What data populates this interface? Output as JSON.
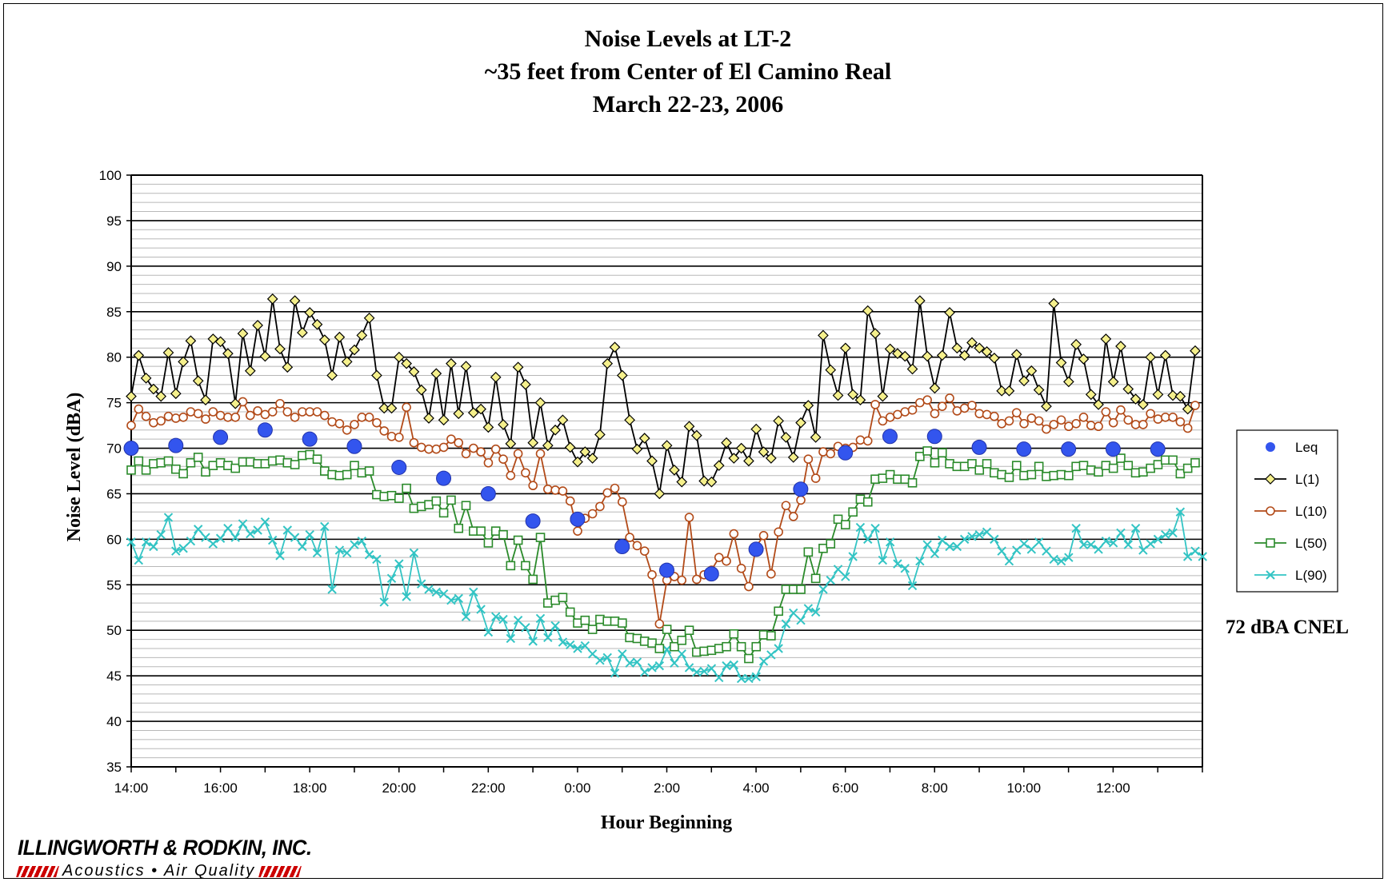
{
  "chart_data": {
    "type": "line",
    "title": [
      "Noise Levels at LT-2",
      "~35 feet from Center of El Camino Real",
      "March 22-23, 2006"
    ],
    "xlabel": "Hour Beginning",
    "ylabel": "Noise Level (dBA)",
    "ylim": [
      35,
      100
    ],
    "yticks": [
      35,
      40,
      45,
      50,
      55,
      60,
      65,
      70,
      75,
      80,
      85,
      90,
      95,
      100
    ],
    "x_tick_labels": [
      "14:00",
      "16:00",
      "18:00",
      "20:00",
      "22:00",
      "0:00",
      "2:00",
      "4:00",
      "6:00",
      "8:00",
      "10:00",
      "12:00"
    ],
    "x_range_hours": [
      0,
      24
    ],
    "x_interval_hours": 0.1667,
    "grid": "major and minor horizontal",
    "legend_placement": "right",
    "annotation": "72 dBA CNEL",
    "series": [
      {
        "name": "Leq",
        "color": "#3355ee",
        "marker": "circle",
        "x_hours": [
          0,
          1,
          2,
          3,
          4,
          5,
          6,
          7,
          8,
          9,
          10,
          11,
          12,
          13,
          14,
          15,
          16,
          17,
          18,
          19,
          20,
          21,
          22,
          23
        ],
        "values": [
          70.0,
          70.3,
          71.2,
          72.0,
          71.0,
          70.2,
          67.9,
          66.7,
          65.0,
          62.0,
          62.2,
          59.2,
          56.6,
          56.2,
          58.9,
          65.5,
          69.5,
          71.3,
          71.3,
          70.1,
          69.9,
          69.9,
          69.9,
          69.9
        ]
      },
      {
        "name": "L(1)",
        "color": "#000000",
        "marker": "diamond",
        "values": [
          75.7,
          80.2,
          77.7,
          76.5,
          75.7,
          80.5,
          76.0,
          79.5,
          81.8,
          77.4,
          75.3,
          82.0,
          81.7,
          80.4,
          74.9,
          82.6,
          78.5,
          83.5,
          80.1,
          86.4,
          80.9,
          78.9,
          86.2,
          82.7,
          84.9,
          83.6,
          81.9,
          78.0,
          82.2,
          79.5,
          80.8,
          82.4,
          84.3,
          78.0,
          74.4,
          74.4,
          80.0,
          79.3,
          78.4,
          76.4,
          73.3,
          78.2,
          73.1,
          79.3,
          73.8,
          79.0,
          73.9,
          74.3,
          72.3,
          77.8,
          72.6,
          70.5,
          78.9,
          77.0,
          70.6,
          75.0,
          70.3,
          72.0,
          73.1,
          70.1,
          68.5,
          69.6,
          68.9,
          71.5,
          79.3,
          81.1,
          78.0,
          73.1,
          69.9,
          71.1,
          68.6,
          65.0,
          70.3,
          67.6,
          66.3,
          72.4,
          71.4,
          66.4,
          66.3,
          68.1,
          70.6,
          68.9,
          70.0,
          68.6,
          72.1,
          69.6,
          68.9,
          73.0,
          71.2,
          69.0,
          72.8,
          74.7,
          71.2,
          82.4,
          78.6,
          75.8,
          81.0,
          75.9,
          75.3,
          85.1,
          82.6,
          75.7,
          80.9,
          80.4,
          80.1,
          78.7,
          86.2,
          80.1,
          76.6,
          80.2,
          84.9,
          81.0,
          80.2,
          81.6,
          81.0,
          80.6,
          79.9,
          76.3,
          76.3,
          80.3,
          77.4,
          78.5,
          76.4,
          74.6,
          85.9,
          79.4,
          77.3,
          81.4,
          79.8,
          75.9,
          74.8,
          82.0,
          77.3,
          81.2,
          76.5,
          75.4,
          74.8,
          80.0,
          75.9,
          80.2,
          75.8,
          75.7,
          74.3,
          80.7
        ]
      },
      {
        "name": "L(10)",
        "color": "#b24a18",
        "marker": "open-circle",
        "values": [
          72.5,
          74.3,
          73.5,
          72.8,
          73.0,
          73.5,
          73.3,
          73.4,
          74.0,
          73.8,
          73.2,
          74.0,
          73.6,
          73.4,
          73.4,
          75.1,
          73.6,
          74.1,
          73.7,
          74.0,
          74.9,
          74.0,
          73.4,
          74.0,
          74.0,
          74.0,
          73.6,
          72.9,
          72.7,
          72.0,
          72.6,
          73.4,
          73.4,
          72.8,
          71.9,
          71.3,
          71.2,
          74.5,
          70.6,
          70.1,
          69.9,
          69.9,
          70.1,
          71.0,
          70.6,
          69.4,
          70.0,
          69.6,
          68.4,
          69.9,
          68.8,
          67.0,
          69.4,
          67.3,
          65.9,
          69.4,
          65.5,
          65.4,
          65.3,
          64.2,
          60.9,
          62.3,
          62.8,
          63.6,
          65.1,
          65.6,
          64.1,
          60.2,
          59.3,
          58.7,
          56.1,
          50.7,
          55.5,
          55.9,
          55.5,
          62.4,
          55.6,
          56.1,
          56.6,
          58.0,
          57.6,
          60.6,
          56.8,
          54.8,
          59.2,
          60.4,
          56.2,
          60.8,
          63.7,
          62.5,
          64.3,
          68.8,
          66.7,
          69.6,
          69.4,
          70.2,
          70.0,
          70.1,
          70.9,
          70.8,
          74.8,
          73.0,
          73.4,
          73.7,
          74.0,
          74.2,
          75.0,
          75.3,
          73.8,
          74.6,
          75.5,
          74.1,
          74.4,
          74.7,
          73.8,
          73.7,
          73.5,
          72.7,
          73.0,
          73.9,
          72.7,
          73.3,
          73.0,
          72.1,
          72.6,
          73.1,
          72.4,
          72.7,
          73.4,
          72.5,
          72.4,
          74.0,
          72.8,
          74.2,
          73.1,
          72.6,
          72.6,
          73.8,
          73.2,
          73.4,
          73.4,
          72.9,
          72.2,
          74.7
        ]
      },
      {
        "name": "L(50)",
        "color": "#2a8a2a",
        "marker": "open-square",
        "values": [
          67.6,
          68.6,
          67.6,
          68.3,
          68.4,
          68.6,
          67.7,
          67.2,
          68.4,
          69.0,
          67.4,
          68.1,
          68.4,
          68.1,
          67.8,
          68.5,
          68.5,
          68.3,
          68.3,
          68.6,
          68.7,
          68.4,
          68.2,
          69.2,
          69.3,
          68.8,
          67.5,
          67.1,
          67.0,
          67.1,
          68.1,
          67.3,
          67.5,
          64.9,
          64.7,
          64.8,
          64.5,
          65.6,
          63.4,
          63.6,
          63.8,
          64.2,
          62.9,
          64.3,
          61.2,
          63.7,
          60.9,
          60.9,
          59.6,
          60.9,
          60.5,
          57.1,
          59.9,
          57.1,
          55.6,
          60.2,
          53.0,
          53.3,
          53.6,
          52.0,
          50.8,
          51.1,
          50.1,
          51.2,
          51.0,
          51.0,
          50.8,
          49.2,
          49.1,
          48.8,
          48.6,
          48.0,
          50.1,
          48.2,
          48.9,
          50.0,
          47.6,
          47.7,
          47.8,
          48.0,
          48.2,
          49.6,
          48.2,
          46.9,
          48.2,
          49.5,
          49.4,
          52.1,
          54.5,
          54.5,
          54.5,
          58.6,
          55.7,
          59.0,
          59.5,
          62.2,
          61.6,
          63.0,
          64.4,
          64.1,
          66.6,
          66.7,
          67.1,
          66.6,
          66.6,
          66.2,
          69.1,
          69.7,
          68.4,
          69.5,
          68.3,
          68.0,
          68.0,
          68.3,
          67.6,
          68.3,
          67.3,
          67.1,
          66.8,
          68.1,
          67.0,
          67.1,
          68.0,
          66.9,
          67.0,
          67.1,
          67.0,
          68.0,
          68.1,
          67.6,
          67.4,
          68.1,
          67.8,
          68.9,
          68.1,
          67.3,
          67.4,
          67.8,
          68.2,
          68.7,
          68.7,
          67.2,
          67.8,
          68.4
        ]
      },
      {
        "name": "L(90)",
        "color": "#33c4c4",
        "marker": "x",
        "values": [
          59.7,
          57.7,
          59.7,
          59.2,
          60.5,
          62.4,
          58.7,
          59.0,
          59.8,
          61.1,
          60.2,
          59.5,
          60.1,
          61.2,
          60.2,
          61.7,
          60.6,
          61.0,
          61.9,
          59.9,
          58.2,
          61.0,
          60.2,
          59.2,
          60.5,
          58.5,
          61.4,
          54.5,
          58.8,
          58.5,
          59.4,
          59.8,
          58.3,
          57.8,
          53.1,
          55.7,
          57.3,
          53.7,
          58.5,
          55.1,
          54.5,
          54.2,
          54.0,
          53.3,
          53.5,
          51.5,
          54.2,
          52.3,
          49.8,
          51.5,
          51.2,
          49.1,
          51.1,
          50.3,
          48.8,
          51.3,
          49.2,
          50.5,
          48.7,
          48.4,
          48.0,
          48.3,
          47.4,
          46.7,
          47.0,
          45.3,
          47.4,
          46.4,
          46.5,
          45.4,
          45.9,
          46.1,
          47.9,
          46.4,
          47.4,
          45.9,
          45.4,
          45.5,
          45.8,
          44.8,
          46.1,
          46.2,
          44.7,
          44.7,
          44.9,
          46.6,
          47.3,
          48.0,
          50.7,
          51.9,
          51.1,
          52.4,
          52.0,
          54.5,
          55.5,
          56.7,
          55.9,
          58.1,
          61.3,
          60.0,
          61.2,
          57.7,
          59.7,
          57.3,
          56.8,
          54.9,
          57.6,
          59.4,
          58.4,
          59.9,
          59.2,
          59.2,
          60.0,
          60.3,
          60.5,
          60.8,
          60.0,
          58.7,
          57.6,
          58.8,
          59.5,
          58.9,
          59.7,
          58.7,
          57.8,
          57.6,
          58.0,
          61.2,
          59.4,
          59.4,
          58.9,
          59.8,
          59.6,
          60.7,
          59.4,
          61.2,
          58.8,
          59.5,
          60.0,
          60.5,
          60.7,
          63.0,
          58.1,
          58.7,
          58.1
        ]
      }
    ]
  },
  "logo": {
    "name": "ILLINGWORTH & RODKIN, INC.",
    "subtitle": "Acoustics • Air Quality"
  }
}
